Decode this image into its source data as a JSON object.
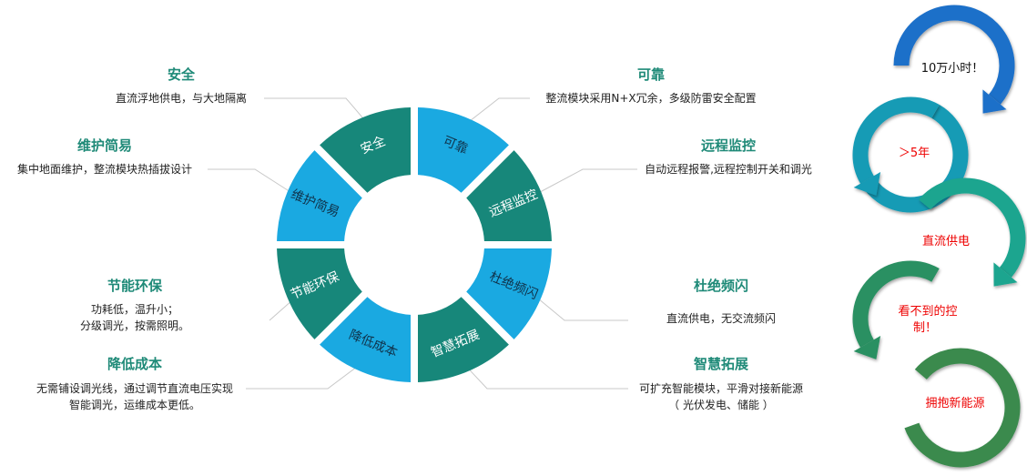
{
  "ring": {
    "segments": [
      {
        "label": "可靠",
        "color": "#1aa9e1"
      },
      {
        "label": "远程监控",
        "color": "#17877a"
      },
      {
        "label": "杜绝频闪",
        "color": "#1aa9e1"
      },
      {
        "label": "智慧拓展",
        "color": "#17877a"
      },
      {
        "label": "降低成本",
        "color": "#1aa9e1"
      },
      {
        "label": "节能环保",
        "color": "#17877a"
      },
      {
        "label": "维护简易",
        "color": "#1aa9e1"
      },
      {
        "label": "安全",
        "color": "#17877a"
      }
    ]
  },
  "features": {
    "safety": {
      "title": "安全",
      "desc": "直流浮地供电，与大地隔离"
    },
    "reliable": {
      "title": "可靠",
      "desc": "整流模块采用N+X冗余，多级防雷安全配置"
    },
    "maintenance": {
      "title": "维护简易",
      "desc": "集中地面维护，整流模块热插拔设计"
    },
    "remote": {
      "title": "远程监控",
      "desc": "自动远程报警,远程控制开关和调光"
    },
    "energy": {
      "title": "节能环保",
      "desc1": "功耗低，温升小；",
      "desc2": "分级调光，按需照明。"
    },
    "flicker": {
      "title": "杜绝频闪",
      "desc": "直流供电，无交流频闪"
    },
    "cost": {
      "title": "降低成本",
      "desc1": "无需铺设调光线，通过调节直流电压实现",
      "desc2": "智能调光，运维成本更低。"
    },
    "smart": {
      "title": "智慧拓展",
      "desc1": "可扩充智能模块，平滑对接新能源",
      "desc2": "（ 光伏发电、储能 ）"
    }
  },
  "flow": {
    "steps": [
      "10万小时！",
      "＞5年",
      "直流供电",
      "看不到的控",
      "制！",
      "拥抱新能源"
    ],
    "colors": [
      "#1c6fc9",
      "#159bb5",
      "#1aa58f",
      "#2a9062",
      "#3a8a4e"
    ]
  }
}
